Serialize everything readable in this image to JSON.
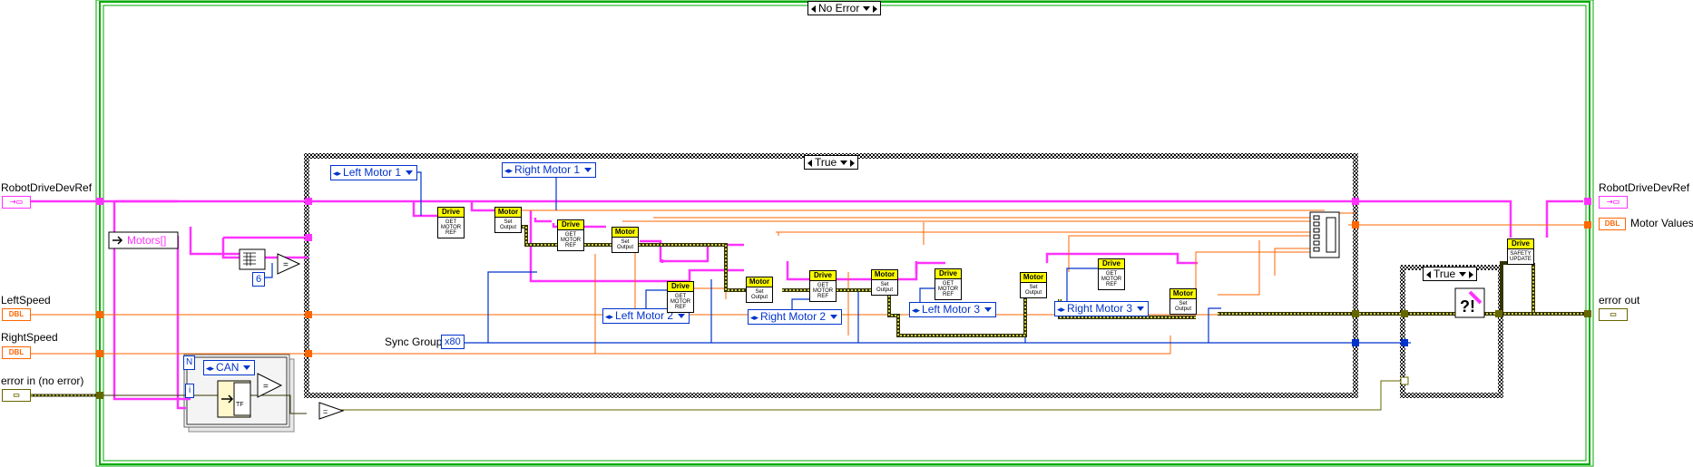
{
  "outer_case": {
    "selector": "No Error"
  },
  "inner_case": {
    "selector": "True"
  },
  "right_case": {
    "selector": "True"
  },
  "terminals_left": {
    "robot_drive_ref": "RobotDriveDevRef",
    "left_speed": "LeftSpeed",
    "right_speed": "RightSpeed",
    "error_in": "error in (no error)"
  },
  "terminals_right": {
    "robot_drive_ref": "RobotDriveDevRef",
    "motor_values": "Motor Values",
    "error_out": "error out"
  },
  "terminal_types": {
    "ref": "⇢▭",
    "dbl": "DBL",
    "err": "▭"
  },
  "enums": {
    "left_motor_1": "Left Motor 1",
    "right_motor_1": "Right Motor 1",
    "left_motor_2": "Left Motor 2",
    "right_motor_2": "Right Motor 2",
    "left_motor_3": "Left Motor 3",
    "right_motor_3": "Right Motor 3",
    "can": "CAN"
  },
  "unbundle_label": "Motors[]",
  "sync_group_label": "Sync Group",
  "sync_group_value": "x80",
  "constant_six": "6",
  "loop_n": "N",
  "loop_i": "i",
  "vi_labels": {
    "drive_header": "Drive",
    "motor_header": "Motor",
    "get_motor_ref": "GET MOTOR REF",
    "set_output": "Set Output",
    "safety_update": "SAFETY UPDATE"
  },
  "colors": {
    "refwire": "#ff33ff",
    "dblwire": "#ff6600",
    "errwire": "#666600",
    "intwire": "#0033cc",
    "struct": "#00aa00",
    "vihead": "#ffff00"
  }
}
